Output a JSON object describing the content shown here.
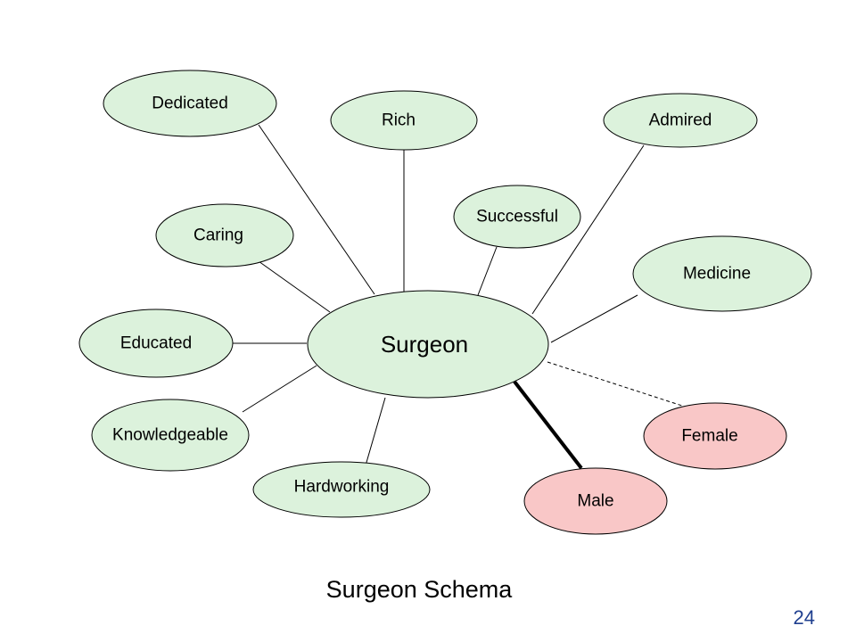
{
  "diagram": {
    "center": {
      "label": "Surgeon"
    },
    "nodes": [
      {
        "id": "dedicated",
        "label": "Dedicated",
        "category": "trait",
        "link": "solid"
      },
      {
        "id": "rich",
        "label": "Rich",
        "category": "trait",
        "link": "solid"
      },
      {
        "id": "admired",
        "label": "Admired",
        "category": "trait",
        "link": "solid"
      },
      {
        "id": "successful",
        "label": "Successful",
        "category": "trait",
        "link": "solid"
      },
      {
        "id": "caring",
        "label": "Caring",
        "category": "trait",
        "link": "solid"
      },
      {
        "id": "medicine",
        "label": "Medicine",
        "category": "trait",
        "link": "solid"
      },
      {
        "id": "educated",
        "label": "Educated",
        "category": "trait",
        "link": "solid"
      },
      {
        "id": "knowledgeable",
        "label": "Knowledgeable",
        "category": "trait",
        "link": "solid"
      },
      {
        "id": "hardworking",
        "label": "Hardworking",
        "category": "trait",
        "link": "solid"
      },
      {
        "id": "female",
        "label": "Female",
        "category": "gender",
        "link": "dashed"
      },
      {
        "id": "male",
        "label": "Male",
        "category": "gender",
        "link": "bold"
      }
    ],
    "colors": {
      "trait_fill": "#dcf2dc",
      "gender_fill": "#f9c7c7",
      "stroke": "#000000"
    }
  },
  "caption": "Surgeon Schema",
  "page_number": "24"
}
